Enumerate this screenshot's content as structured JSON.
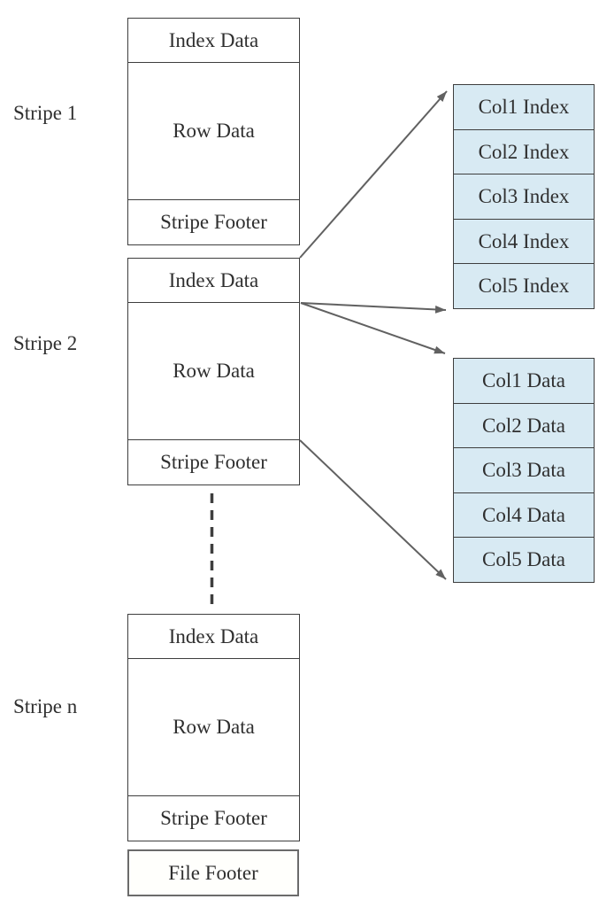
{
  "stripes": [
    {
      "label": "Stripe 1",
      "sections": [
        "Index Data",
        "Row Data",
        "Stripe Footer"
      ]
    },
    {
      "label": "Stripe 2",
      "sections": [
        "Index Data",
        "Row Data",
        "Stripe Footer"
      ]
    },
    {
      "label": "Stripe n",
      "sections": [
        "Index Data",
        "Row Data",
        "Stripe Footer"
      ]
    }
  ],
  "file_footer_label": "File Footer",
  "index_column_cells": [
    "Col1 Index",
    "Col2 Index",
    "Col3 Index",
    "Col4 Index",
    "Col5 Index"
  ],
  "data_column_cells": [
    "Col1 Data",
    "Col2 Data",
    "Col3 Data",
    "Col4 Data",
    "Col5 Data"
  ],
  "connectors": {
    "from_index_data_top_to_col1_index": "arrow",
    "from_index_data_bottom_to_col5_index": "arrow",
    "from_index_data_bottom_to_col1_data": "arrow",
    "from_row_data_bottom_to_col5_data": "arrow",
    "stripe_ellipsis": "dashed-line"
  },
  "colors": {
    "background": "#ffffff",
    "box_border": "#3e3e3e",
    "cell_fill_blue": "#d8eaf3",
    "file_footer_fill": "#fffffc",
    "file_footer_border": "#6b6b6b",
    "arrow": "#616161",
    "text": "#2f2f2f"
  }
}
